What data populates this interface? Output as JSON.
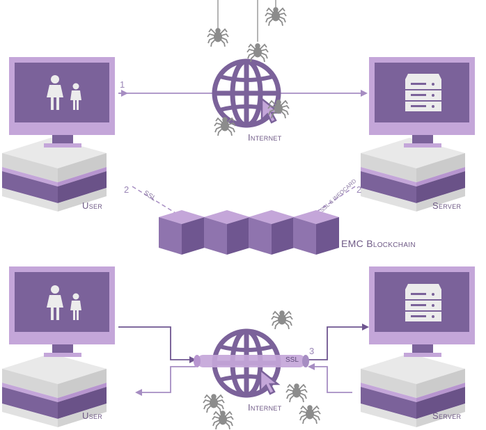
{
  "colors": {
    "accent": "#7b629a",
    "light_accent": "#c4a6d9",
    "screen": "#7b629a",
    "spider": "#8c8c8c",
    "label": "#6f5a86"
  },
  "top": {
    "user_label": "User",
    "server_label": "Server",
    "internet_label": "Internet",
    "step1": "1",
    "step2_left": "2",
    "step2_right": "2",
    "ssl_left": "SSL",
    "ssl_right": "SSL & INFOCARD",
    "blockchain_label": "EMC Blockchain"
  },
  "bottom": {
    "user_label": "User",
    "server_label": "Server",
    "internet_label": "Internet",
    "step3": "3",
    "ssl_tunnel": "SSL"
  },
  "icons": [
    "user-icon",
    "server-icon",
    "globe-icon",
    "cursor-icon",
    "spider-icon",
    "block-icon"
  ]
}
